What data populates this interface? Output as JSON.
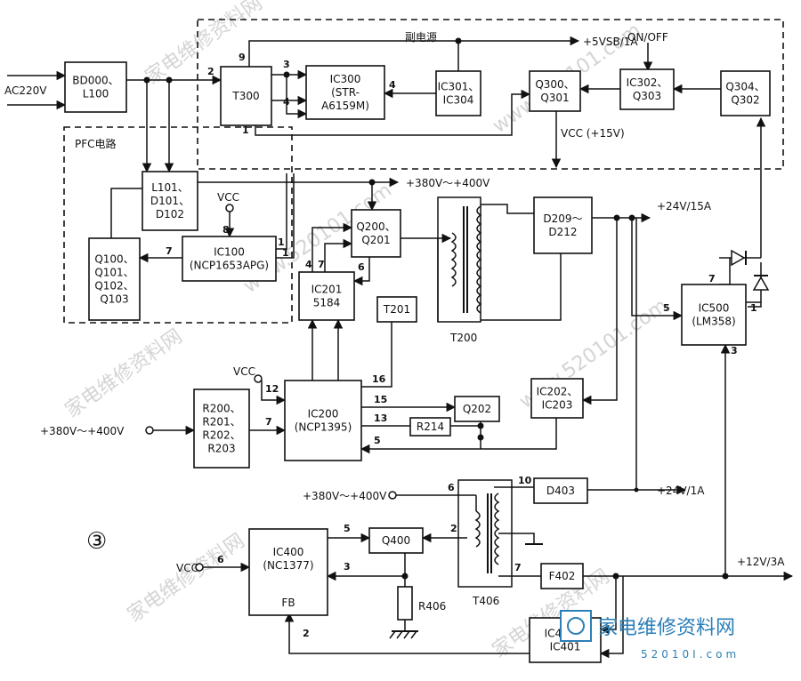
{
  "title": "",
  "circled_number": "③",
  "regions": {
    "pfc": "PFC电路",
    "standby": "副电源"
  },
  "blocks": {
    "bd000": [
      "BD000、",
      "L100"
    ],
    "t300": [
      "T300"
    ],
    "ic300": [
      "IC300",
      "(STR-",
      "A6159M)"
    ],
    "ic301": [
      "IC301、",
      "IC304"
    ],
    "q300": [
      "Q300、",
      "Q301"
    ],
    "ic302": [
      "IC302、",
      "Q303"
    ],
    "q304": [
      "Q304、",
      "Q302"
    ],
    "l101": [
      "L101、",
      "D101、",
      "D102"
    ],
    "ic100": [
      "IC100",
      "(NCP1653APG)"
    ],
    "q100": [
      "Q100、",
      "Q101、",
      "Q102、",
      "Q103"
    ],
    "q200": [
      "Q200、",
      "Q201"
    ],
    "ic201": [
      "IC201",
      "5184"
    ],
    "t201": [
      "T201"
    ],
    "d209": [
      "D209～",
      "D212"
    ],
    "ic500": [
      "IC500",
      "(LM358)"
    ],
    "r200": [
      "R200、",
      "R201、",
      "R202、",
      "R203"
    ],
    "ic200": [
      "IC200",
      "(NCP1395)"
    ],
    "q202": [
      "Q202"
    ],
    "r214": [
      "R214"
    ],
    "ic202": [
      "IC202、",
      "IC203"
    ],
    "d403": [
      "D403"
    ],
    "ic400": [
      "IC400",
      "(NC1377)",
      "FB"
    ],
    "q400": [
      "Q400"
    ],
    "f402": [
      "F402"
    ],
    "ic402": [
      "IC402、",
      "IC401"
    ]
  },
  "labels": {
    "ac_in": "AC220V",
    "vsb": "+5VSB/1A",
    "onoff": "ON/OFF",
    "vcc15": "VCC (+15V)",
    "hv_bus": "+380V～+400V",
    "out24_15": "+24V/15A",
    "vcc": "VCC",
    "hv_in1": "+380V～+400V",
    "hv_in2": "+380V～+400V",
    "out24_1": "+24V/1A",
    "out12": "+12V/3A",
    "t200": "T200",
    "t406": "T406",
    "r406": "R406"
  },
  "pins": {
    "t300_in": "2",
    "t300_top": "9",
    "t300_bot": "1",
    "ic300_a": "3",
    "ic300_b": "4",
    "ic300_fb": "4",
    "ic100_vcc": "8",
    "ic100_out": "7",
    "ic100_in1": "1",
    "ic100_in2": "1",
    "ic201_a": "4",
    "ic201_b": "7",
    "ic201_c": "6",
    "ic200_12": "12",
    "ic200_7": "7",
    "ic200_16": "16",
    "ic200_15": "15",
    "ic200_13": "13",
    "ic200_5": "5",
    "ic500_7": "7",
    "ic500_5": "5",
    "ic500_3": "3",
    "ic500_1": "1",
    "t406_6": "6",
    "t406_10": "10",
    "t406_2": "2",
    "t406_7": "7",
    "ic400_6": "6",
    "ic400_5": "5",
    "ic400_3": "3",
    "ic400_2": "2"
  },
  "watermark": {
    "text": "家电维修资料网",
    "site": "www.520101.com",
    "short": "52010I.com"
  }
}
